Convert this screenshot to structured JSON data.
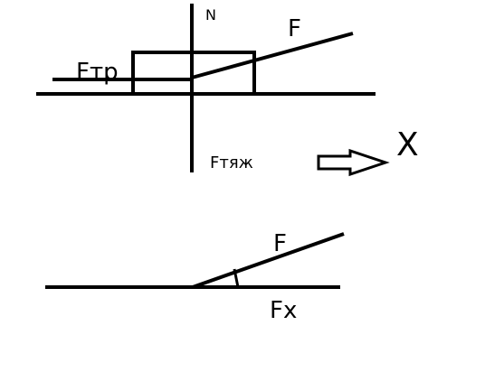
{
  "diagram": {
    "labels": {
      "normal_force": "N",
      "applied_force": "F",
      "friction_force": "Fтр",
      "gravity_force": "Fтяж",
      "axis": "X",
      "applied_force_lower": "F",
      "x_component": "Fx"
    },
    "ink_color": "#000000",
    "background": "#ffffff"
  }
}
